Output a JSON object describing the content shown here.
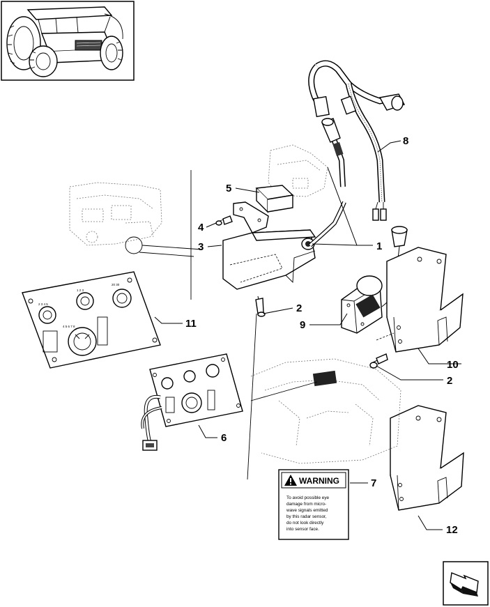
{
  "callouts": [
    "1",
    "2",
    "2",
    "3",
    "4",
    "5",
    "6",
    "7",
    "8",
    "9",
    "10",
    "11",
    "12"
  ],
  "warning_label": {
    "title": "WARNING",
    "lines": [
      "To avoid possible eye",
      "damage from micro-",
      "wave signals emitted",
      "by this radar sensor,",
      "do not look directly",
      "into sensor face."
    ]
  },
  "icons": {
    "thumbnail": "tractor-thumbnail-icon",
    "navigation": "next-page-arrow-icon"
  }
}
